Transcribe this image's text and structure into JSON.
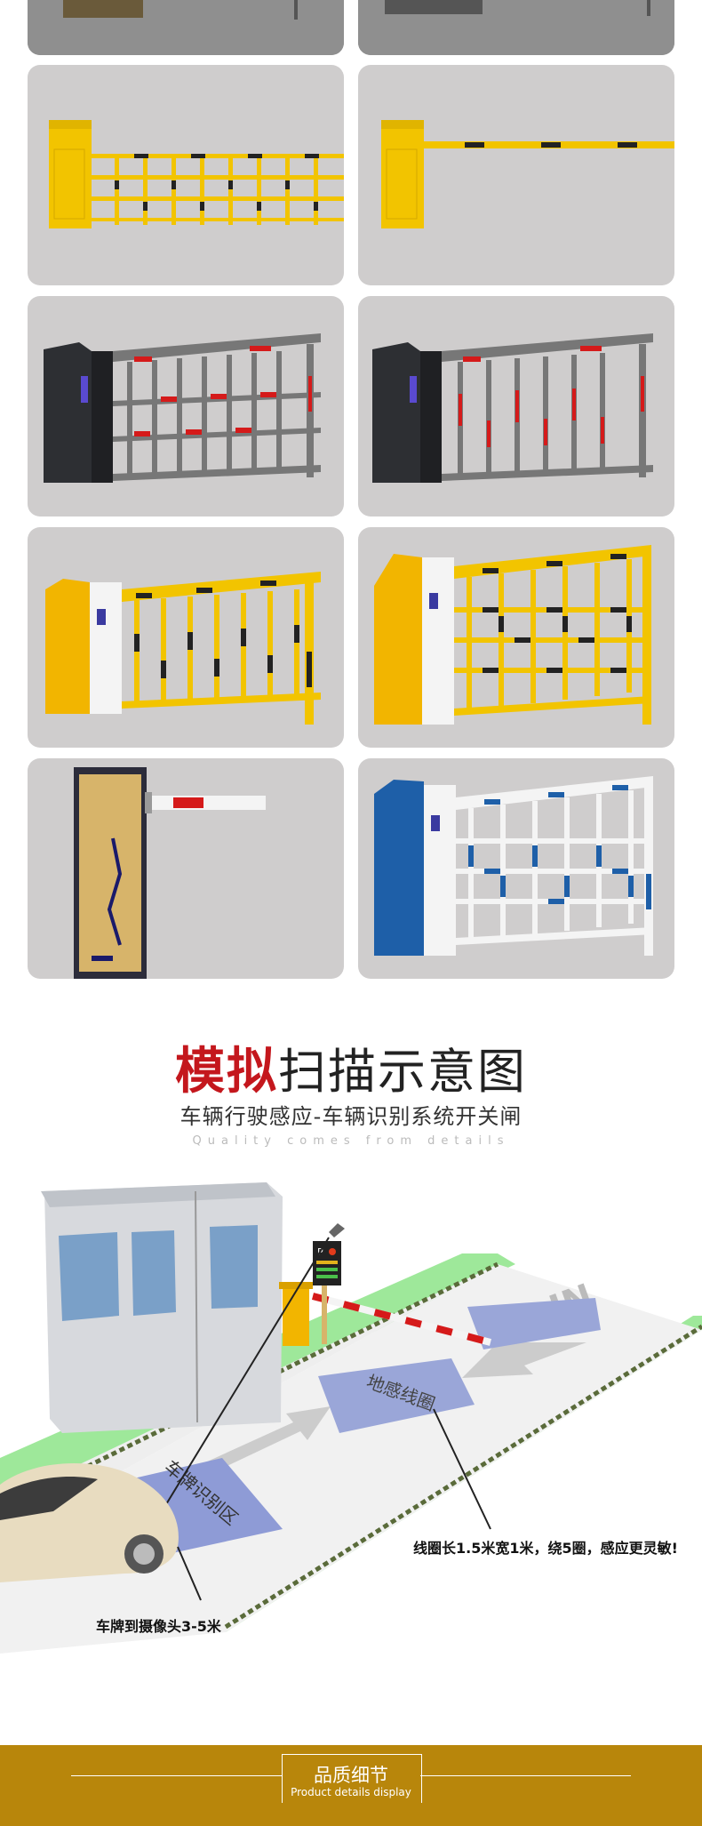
{
  "section": {
    "title_highlight": "模拟",
    "title_rest": "扫描示意图",
    "subtitle": "车辆行驶感应-车辆识别系统开关闸",
    "subtitle_en": "Quality comes from details"
  },
  "diagram": {
    "road_label_recognition": "车牌识别区",
    "road_label_loop": "地感线圈",
    "road_mark": "IN",
    "sign_letter": "P",
    "annotation_loop": "线圈长1.5米宽1米，绕5圈，感应更灵敏!",
    "annotation_camera": "车牌到摄像头3-5米"
  },
  "footer": {
    "title": "品质细节",
    "subtitle": "Product details display"
  },
  "colors": {
    "card_bg": "#cfcdcd",
    "title_red": "#c4171d",
    "footer_bg": "#b8860b",
    "barrier_yellow": "#f2c400",
    "barrier_blue": "#1e5fa8"
  }
}
